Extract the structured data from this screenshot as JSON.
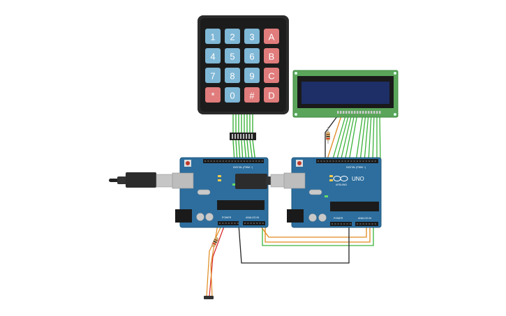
{
  "keypad": {
    "rows": [
      [
        "1",
        "2",
        "3",
        "A"
      ],
      [
        "4",
        "5",
        "6",
        "B"
      ],
      [
        "7",
        "8",
        "9",
        "C"
      ],
      [
        "*",
        "0",
        "#",
        "D"
      ]
    ]
  },
  "arduino_right": {
    "brand_text": "ARDUINO",
    "model_text": "UNO",
    "digital_label": "DIGITAL (PWM ~)",
    "power_label": "POWER",
    "analog_label": "ANALOG IN"
  },
  "arduino_left": {
    "digital_label": "DIGITAL (PWM ~)",
    "power_label": "POWER",
    "analog_label": "ANALOG IN"
  },
  "colors": {
    "board": "#2d6e9e",
    "board_edge": "#1f587f",
    "keypad_body": "#2a2a2a",
    "key_blue": "#7fb7d6",
    "key_red": "#e07c7c",
    "lcd_pcb": "#5aa55a",
    "lcd_screen": "#1d2f66",
    "wire_green": "#3ab23a",
    "wire_orange": "#e08a1e",
    "wire_black": "#222222",
    "wire_red": "#d62020"
  }
}
